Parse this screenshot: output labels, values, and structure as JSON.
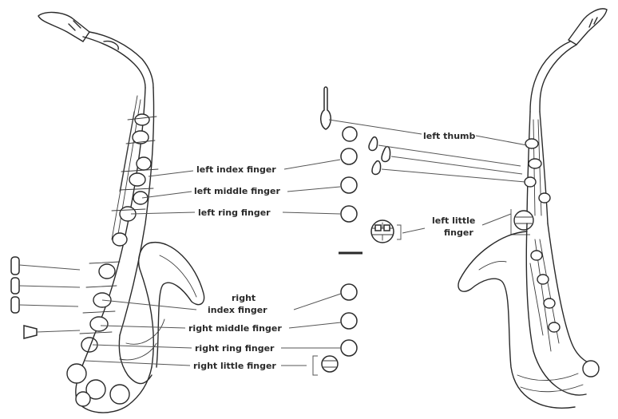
{
  "labels": {
    "left_thumb": "left thumb",
    "left_index": "left index finger",
    "left_middle": "left middle finger",
    "left_ring": "left ring finger",
    "left_little_1": "left little",
    "left_little_2": "finger",
    "right_index_1": "right",
    "right_index_2": "index finger",
    "right_middle": "right middle finger",
    "right_ring": "right ring finger",
    "right_little": "right little finger"
  },
  "colors": {
    "ink": "#2a2a2a",
    "background": "#ffffff"
  },
  "icons": [
    "saxophone-front-drawing",
    "saxophone-back-drawing",
    "thumb-rest-key",
    "finger-hole-key",
    "palm-key",
    "side-key",
    "little-finger-key-cluster"
  ]
}
